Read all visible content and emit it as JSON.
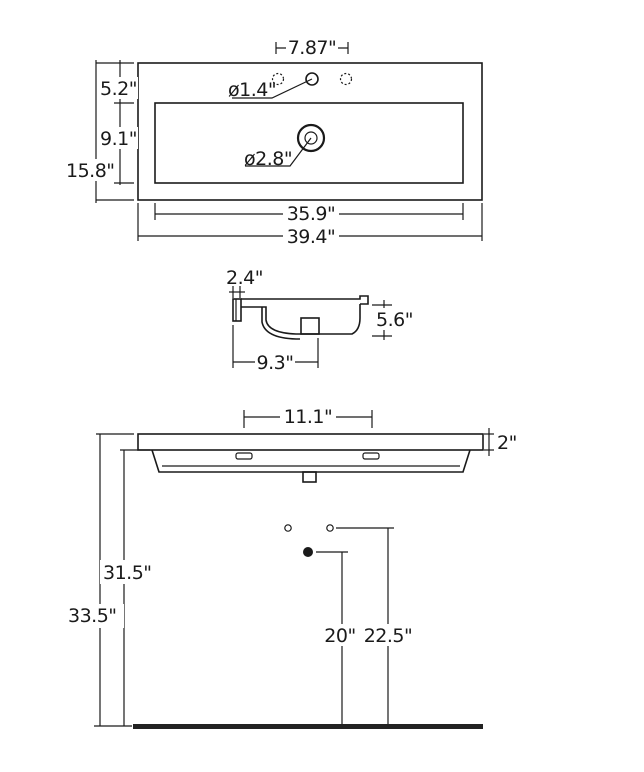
{
  "top_view": {
    "faucet_spread": "7.87\"",
    "faucet_hole_diameter": "ø1.4\"",
    "drain_diameter": "ø2.8\"",
    "back_ledge_depth": "5.2\"",
    "bowl_depth": "9.1\"",
    "overall_depth": "15.8\"",
    "bowl_width": "35.9\"",
    "overall_width": "39.4\""
  },
  "side_view": {
    "rim_thickness": "2.4\"",
    "basin_height": "5.6\"",
    "drain_offset": "9.3\""
  },
  "front_view": {
    "overflow_spread": "11.1\"",
    "top_thickness": "2\"",
    "underside_height": "31.5\"",
    "overall_height": "33.5\"",
    "drain_height": "20\"",
    "supply_height": "22.5\""
  },
  "colors": {
    "line": "#1a1a1a",
    "background": "#ffffff",
    "floor": "#222222"
  }
}
